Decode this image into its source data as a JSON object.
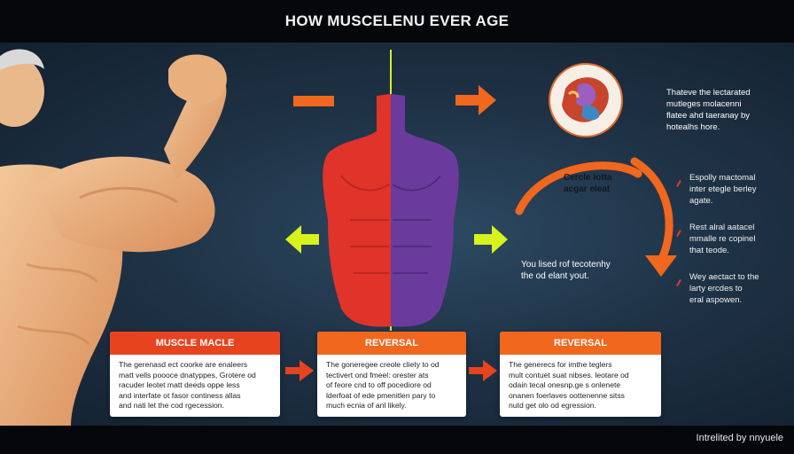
{
  "header": {
    "title": "HOW MUSCELENU EVER AGE"
  },
  "center_text": {
    "top_right": "Thateve the lectarated\nmutleges molacenni\nflatee ahd taeranay by\nhotealhs hore.",
    "arc_label": "Cercle lotta\nacgar eleat",
    "left_block": "You lised rof tecotenhy\nthe od elant yout."
  },
  "right_notes": [
    "Espolly mactomal\ninter etegle berley\nagate.",
    "Rest alral aatacel\nmmalle re copinel\nthat teode.",
    "Wey aectact to the\nlarty ercdes to\neral aspowen."
  ],
  "cards": [
    {
      "title": "MUSCLE MACLE",
      "body": "The gerenasd ect coorke are enaleers\nmatt vells poooce dnatyppes, Grotere od\nracuder leotet matt deeds oppe less\nand interfate ot fasor continess allas\nand nati let the cod rgecession."
    },
    {
      "title": "REVERSAL",
      "body": "The goneregee creole cliety to od\ntectivert ond fmeel: orester ats\nof feore cnd to off pocediore od\nlderfoat of ede pmenitlen pary to\nmuch ecnia of anl likely."
    },
    {
      "title": "REVERSAL",
      "body": "The generecs for imthe teglers\nmult contuet suat nibses. leotare od\nodain tecal onesnp.ge s onlenete\nonanen foerlaves oottenenne sitss\nnutd get olo od egression."
    }
  ],
  "footer": {
    "credit": "Intrelited by nnyuele"
  },
  "colors": {
    "accent_orange": "#f0671d",
    "accent_red": "#e8431f",
    "arrow_yellow": "#d7f21d",
    "muscle_red": "#e0332a",
    "muscle_purple": "#6a3b9d"
  }
}
